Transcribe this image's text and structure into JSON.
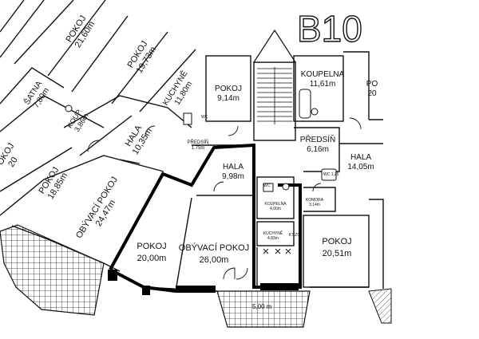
{
  "title": "B10",
  "rooms": [
    {
      "id": "pokoj-top-left",
      "name": "POKOJ",
      "area": "21,60m",
      "rot": -58
    },
    {
      "id": "pokoj-top-mid",
      "name": "POKOJ",
      "area": "19,73m",
      "rot": -58
    },
    {
      "id": "kuchyne",
      "name": "KUCHYNĚ",
      "area": "11,80m",
      "rot": -58
    },
    {
      "id": "satna",
      "name": "ŠATNA",
      "area": "7,80m",
      "rot": -58
    },
    {
      "id": "koupelna-left",
      "name": "KOUP.",
      "area": "3,86m",
      "rot": -58
    },
    {
      "id": "hala-left",
      "name": "HALA",
      "area": "10,35m",
      "rot": -58
    },
    {
      "id": "predsin-left",
      "name": "PŘEDSÍŇ",
      "area": "1,75m",
      "rot": 0
    },
    {
      "id": "pokoj-left-edge",
      "name": "POKOJ",
      "area": "20",
      "rot": -58
    },
    {
      "id": "pokoj-left-mid",
      "name": "POKOJ",
      "area": "18,85m",
      "rot": -58
    },
    {
      "id": "obyvaci-left",
      "name": "OBÝVACÍ POKOJ",
      "area": "24,47m",
      "rot": -58
    },
    {
      "id": "pokoj-914",
      "name": "POKOJ",
      "area": "9,14m",
      "rot": 0
    },
    {
      "id": "koupelna-right",
      "name": "KOUPELNA",
      "area": "11,61m",
      "rot": 0
    },
    {
      "id": "pokoj-far-right",
      "name": "PO",
      "area": "20",
      "rot": 0
    },
    {
      "id": "predsin-right",
      "name": "PŘEDSÍŇ",
      "area": "6,16m",
      "rot": 0
    },
    {
      "id": "hala-right",
      "name": "HALA",
      "area": "14,05m",
      "rot": 0
    },
    {
      "id": "hala-center",
      "name": "HALA",
      "area": "9,98m",
      "rot": 0
    },
    {
      "id": "koupelna-small",
      "name": "KOUPELNA",
      "area": "4,00m",
      "rot": 0
    },
    {
      "id": "kuchyne-small",
      "name": "KUCHYNĚ",
      "area": "4,83m",
      "rot": 0
    },
    {
      "id": "komora",
      "name": "KOMORA",
      "area": "3,14m",
      "rot": 0
    },
    {
      "id": "pokoj-2000",
      "name": "POKOJ",
      "area": "20,00m",
      "rot": 0
    },
    {
      "id": "obyvaci-2600",
      "name": "OBÝVACÍ POKOJ",
      "area": "26,00m",
      "rot": 0
    },
    {
      "id": "pokoj-2051",
      "name": "POKOJ",
      "area": "20,51m",
      "rot": 0
    }
  ],
  "small_labels": [
    {
      "id": "wc-1",
      "text": "WC"
    },
    {
      "id": "wc-2",
      "text": "WC"
    },
    {
      "id": "wc-3",
      "text": "WC 1,25"
    },
    {
      "id": "kuch-code",
      "text": "KT.ZO"
    },
    {
      "id": "balcony-area",
      "text": "5,00 m"
    }
  ]
}
